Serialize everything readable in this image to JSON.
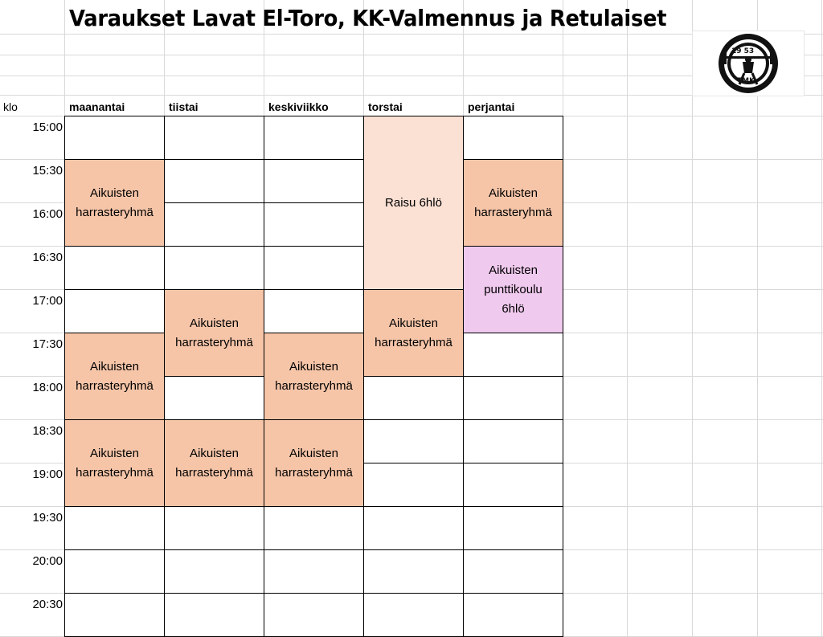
{
  "title": "Varaukset Lavat El-Toro, KK-Valmennus ja Retulaiset",
  "logo": {
    "text_top": "19 53",
    "text_bottom": "TMK"
  },
  "header": {
    "klo": "klo",
    "days": [
      "maanantai",
      "tiistai",
      "keskiviikko",
      "torstai",
      "perjantai"
    ]
  },
  "times": [
    "15:00",
    "15:30",
    "16:00",
    "16:30",
    "17:00",
    "17:30",
    "18:00",
    "18:30",
    "19:00",
    "19:30",
    "20:00",
    "20:30"
  ],
  "events": [
    {
      "day": 0,
      "start": 1,
      "span": 2,
      "lines": [
        "Aikuisten",
        "harrasteryhmä"
      ],
      "color": "#f6c5a8"
    },
    {
      "day": 0,
      "start": 5,
      "span": 2,
      "lines": [
        "Aikuisten",
        "harrasteryhmä"
      ],
      "color": "#f6c5a8"
    },
    {
      "day": 0,
      "start": 7,
      "span": 2,
      "lines": [
        "Aikuisten",
        "harrasteryhmä"
      ],
      "color": "#f6c5a8"
    },
    {
      "day": 1,
      "start": 4,
      "span": 2,
      "lines": [
        "Aikuisten",
        "harrasteryhmä"
      ],
      "color": "#f6c5a8"
    },
    {
      "day": 1,
      "start": 7,
      "span": 2,
      "lines": [
        "Aikuisten",
        "harrasteryhmä"
      ],
      "color": "#f6c5a8"
    },
    {
      "day": 2,
      "start": 5,
      "span": 2,
      "lines": [
        "Aikuisten",
        "harrasteryhmä"
      ],
      "color": "#f6c5a8"
    },
    {
      "day": 2,
      "start": 7,
      "span": 2,
      "lines": [
        "Aikuisten",
        "harrasteryhmä"
      ],
      "color": "#f6c5a8"
    },
    {
      "day": 3,
      "start": 0,
      "span": 4,
      "lines": [
        "Raisu 6hlö"
      ],
      "color": "#fbe0d4"
    },
    {
      "day": 3,
      "start": 4,
      "span": 2,
      "lines": [
        "Aikuisten",
        "harrasteryhmä"
      ],
      "color": "#f6c5a8"
    },
    {
      "day": 4,
      "start": 1,
      "span": 2,
      "lines": [
        "Aikuisten",
        "harrasteryhmä"
      ],
      "color": "#f6c5a8"
    },
    {
      "day": 4,
      "start": 3,
      "span": 2,
      "lines": [
        "Aikuisten",
        "punttikoulu",
        "6hlö"
      ],
      "color": "#f0c9ee"
    }
  ]
}
